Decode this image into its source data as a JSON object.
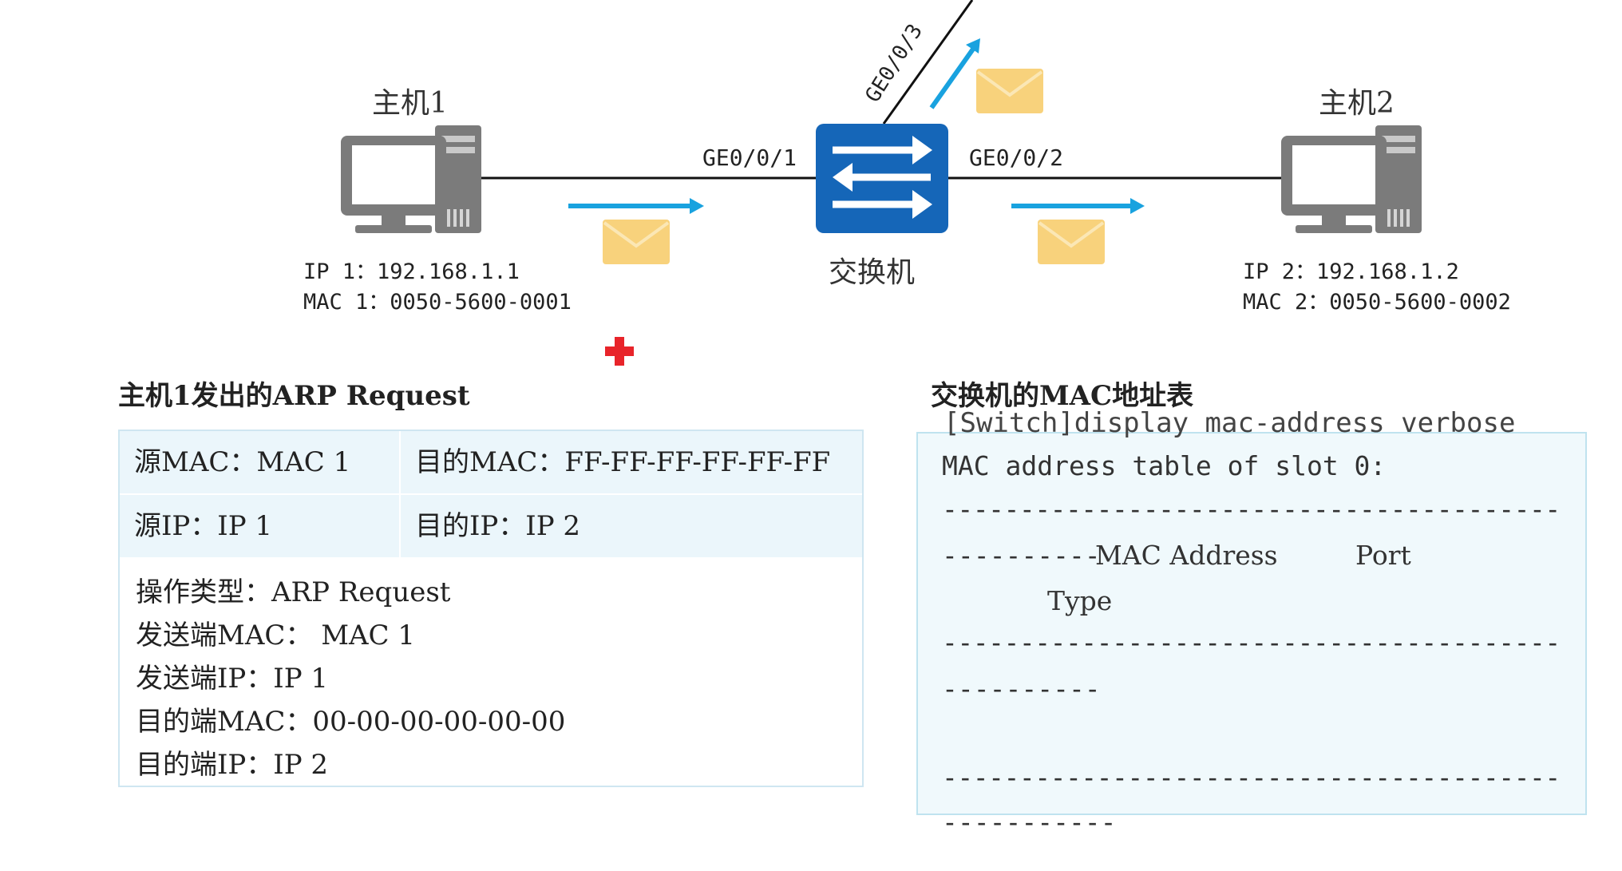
{
  "topology": {
    "host1": {
      "name": "主机1",
      "ip": "IP 1：192.168.1.1",
      "mac": "MAC 1：0050-5600-0001"
    },
    "host2": {
      "name": "主机2",
      "ip": "IP 2：192.168.1.2",
      "mac": "MAC 2：0050-5600-0002"
    },
    "switch": {
      "name": "交换机",
      "color": "#1566b8"
    },
    "ports": {
      "p1": "GE0/0/1",
      "p2": "GE0/0/2",
      "p3": "GE0/0/3"
    },
    "arrow_color": "#19a2df",
    "envelope_color": "#f8d27c"
  },
  "arp_request": {
    "title": "主机1发出的ARP Request",
    "src_mac": "源MAC：MAC 1",
    "dst_mac": "目的MAC：FF-FF-FF-FF-FF-FF",
    "src_ip": "源IP：IP 1",
    "dst_ip": "目的IP：IP 2",
    "op": "操作类型：ARP Request",
    "sender_mac": "发送端MAC： MAC 1",
    "sender_ip": "发送端IP：IP 1",
    "target_mac": "目的端MAC：00-00-00-00-00-00",
    "target_ip": "目的端IP：IP 2"
  },
  "mac_table": {
    "title": "交换机的MAC地址表",
    "command": "[Switch]display mac-address verbose",
    "header": "MAC address table of slot 0:",
    "dash_long": "----------------------------------------",
    "dash_short": "----------",
    "dash_short2": "-----------",
    "col_mac": "MAC Address",
    "col_port": "Port",
    "col_type": "Type"
  }
}
